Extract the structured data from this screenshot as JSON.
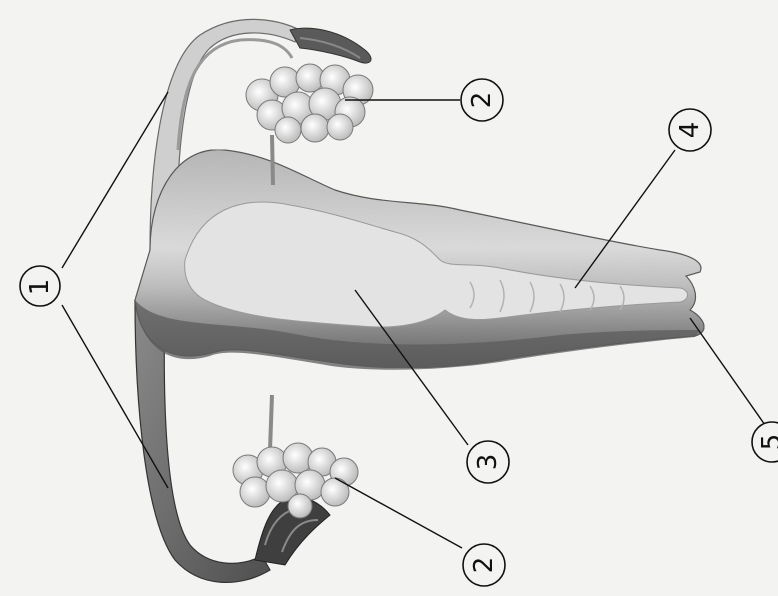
{
  "diagram": {
    "callouts": [
      {
        "id": "c1",
        "label": "1"
      },
      {
        "id": "c2a",
        "label": "2"
      },
      {
        "id": "c2b",
        "label": "2"
      },
      {
        "id": "c3",
        "label": "3"
      },
      {
        "id": "c4",
        "label": "4"
      },
      {
        "id": "c5",
        "label": "5"
      }
    ]
  },
  "colors": {
    "background": "#f3f3f1",
    "tissue_dark": "#6f6f6f",
    "tissue_mid": "#a9a9a9",
    "tissue_light": "#dcdcdc",
    "follicle": "#e6e6e6",
    "ink": "#111111"
  }
}
